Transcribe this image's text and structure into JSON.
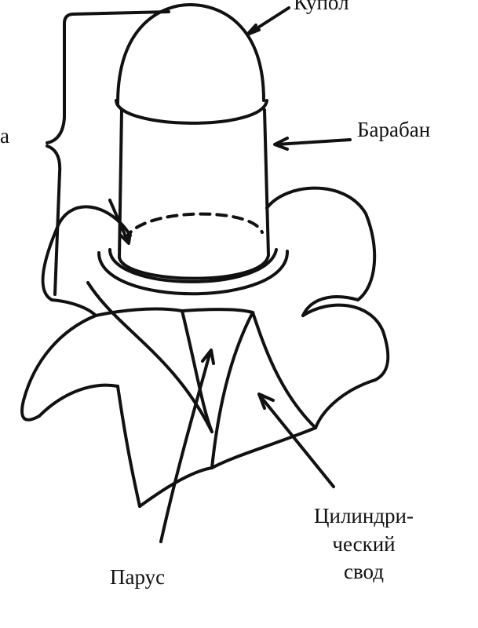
{
  "labels": {
    "kupol": "Купол",
    "baraban": "Барабан",
    "cut_edge": "а",
    "parus": "Парус",
    "svod_line1": "Цилиндри-",
    "svod_line2": "ческий",
    "svod_line3": "свод"
  },
  "colors": {
    "ink": "#111111",
    "background": "#ffffff"
  }
}
